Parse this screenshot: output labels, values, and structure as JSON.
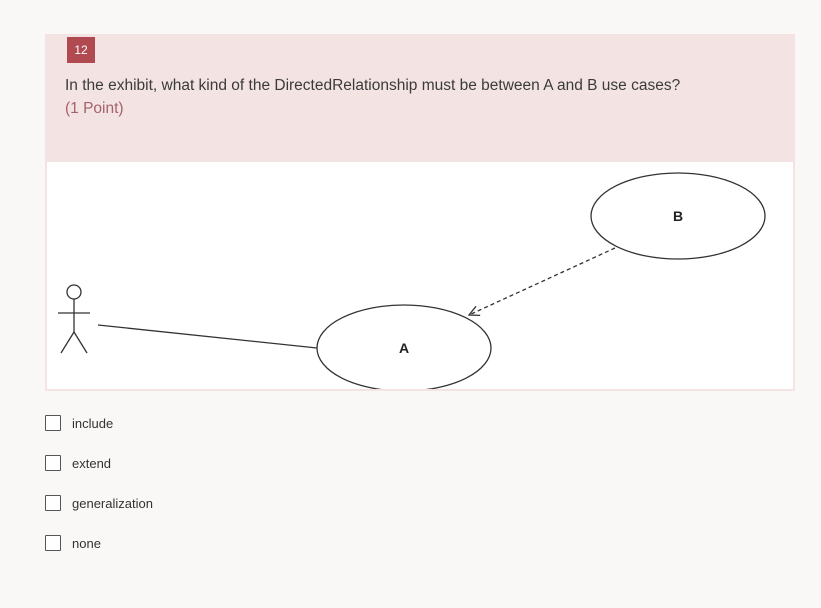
{
  "question": {
    "number": "12",
    "text": "In the exhibit, what kind of the DirectedRelationship must be between A and B use cases?",
    "points": "(1 Point)"
  },
  "diagram": {
    "use_case_a": "A",
    "use_case_b": "B"
  },
  "options": [
    {
      "label": "include",
      "checked": false
    },
    {
      "label": "extend",
      "checked": false
    },
    {
      "label": "generalization",
      "checked": false
    },
    {
      "label": "none",
      "checked": false
    }
  ],
  "colors": {
    "accent": "#b04a50",
    "points_text": "#a5626a",
    "card_background": "#f3e3e3"
  }
}
